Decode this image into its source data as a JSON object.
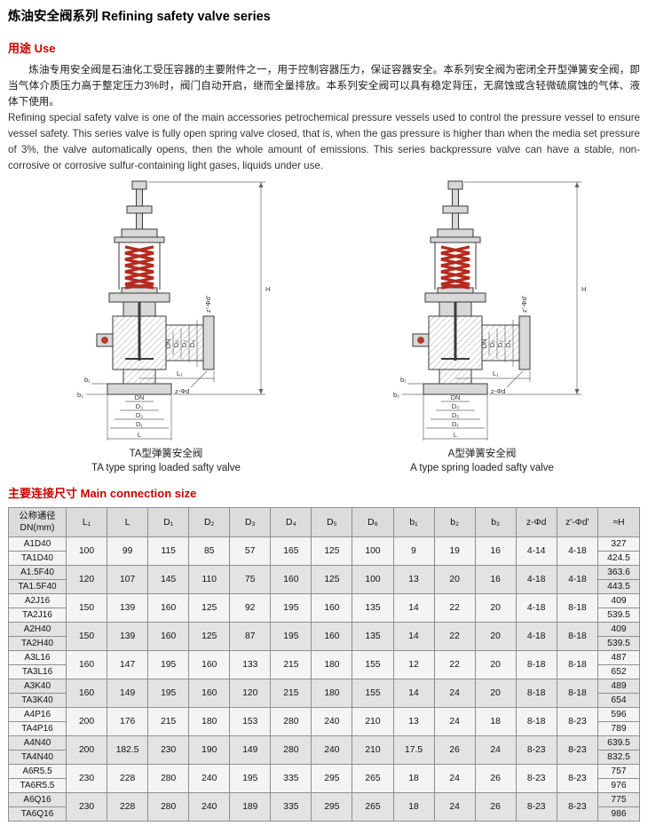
{
  "page": {
    "title": "炼油安全阀系列 Refining safety valve series"
  },
  "sections": {
    "use": {
      "heading": "用途 Use",
      "paragraph_cn": "炼油专用安全阀是石油化工受压容器的主要附件之一，用于控制容器压力，保证容器安全。本系列安全阀为密闭全开型弹簧安全阀，即当气体介质压力高于整定压力3%时，阀门自动开启，继而全量排放。本系列安全阀可以具有稳定背压，无腐蚀或含轻微硫腐蚀的气体、液体下使用。",
      "paragraph_en": "Refining special safety valve is one of the main accessories petrochemical pressure vessels used to control the pressure vessel to ensure vessel safety. This series valve is fully open spring valve closed, that is, when the gas pressure is higher than when the media set pressure of 3%, the valve automatically opens, then the whole amount of emissions. This series backpressure valve can have a stable, non-corrosive or corrosive sulfur-containing light gases, liquids under use."
    },
    "size": {
      "heading": "主要连接尺寸 Main connection size"
    }
  },
  "diagram": {
    "spring_color": "#b42b1e",
    "labels": {
      "h": "H",
      "l1": "L₁",
      "l": "L",
      "dn_bottom": "DN",
      "d1": "D₁",
      "d2": "D₂",
      "d3": "D₃",
      "dn_outlet": "DN",
      "d4": "D₄",
      "d5": "D₅",
      "d6": "D₆",
      "b1": "b₁",
      "b2": "b₂",
      "zphid": "z-Φd",
      "zphid2": "z'-Φd'"
    },
    "captions": {
      "ta_cn": "TA型弹簧安全阀",
      "ta_en": "TA type spring loaded safty valve",
      "a_cn": "A型弹簧安全阀",
      "a_en": "A type spring loaded safty valve"
    }
  },
  "table": {
    "headers": [
      "公称通径\nDN(mm)",
      "L₁",
      "L",
      "D₁",
      "D₂",
      "D₃",
      "D₄",
      "D₅",
      "D₆",
      "b₁",
      "b₂",
      "b₃",
      "z-Φd",
      "z'-Φd'",
      "≈H"
    ],
    "groups": [
      {
        "models": [
          "A1D40",
          "TA1D40"
        ],
        "values": [
          "100",
          "99",
          "115",
          "85",
          "57",
          "165",
          "125",
          "100",
          "9",
          "19",
          "16",
          "4-14",
          "4-18"
        ],
        "h": [
          "327",
          "424.5"
        ]
      },
      {
        "models": [
          "A1.5F40",
          "TA1.5F40"
        ],
        "values": [
          "120",
          "107",
          "145",
          "110",
          "75",
          "160",
          "125",
          "100",
          "13",
          "20",
          "16",
          "4-18",
          "4-18"
        ],
        "h": [
          "363.6",
          "443.5"
        ]
      },
      {
        "models": [
          "A2J16",
          "TA2J16"
        ],
        "values": [
          "150",
          "139",
          "160",
          "125",
          "92",
          "195",
          "160",
          "135",
          "14",
          "22",
          "20",
          "4-18",
          "8-18"
        ],
        "h": [
          "409",
          "539.5"
        ]
      },
      {
        "models": [
          "A2H40",
          "TA2H40"
        ],
        "values": [
          "150",
          "139",
          "160",
          "125",
          "87",
          "195",
          "160",
          "135",
          "14",
          "22",
          "20",
          "4-18",
          "8-18"
        ],
        "h": [
          "409",
          "539.5"
        ]
      },
      {
        "models": [
          "A3L16",
          "TA3L16"
        ],
        "values": [
          "160",
          "147",
          "195",
          "160",
          "133",
          "215",
          "180",
          "155",
          "12",
          "22",
          "20",
          "8-18",
          "8-18"
        ],
        "h": [
          "487",
          "652"
        ]
      },
      {
        "models": [
          "A3K40",
          "TA3K40"
        ],
        "values": [
          "160",
          "149",
          "195",
          "160",
          "120",
          "215",
          "180",
          "155",
          "14",
          "24",
          "20",
          "8-18",
          "8-18"
        ],
        "h": [
          "489",
          "654"
        ]
      },
      {
        "models": [
          "A4P16",
          "TA4P16"
        ],
        "values": [
          "200",
          "176",
          "215",
          "180",
          "153",
          "280",
          "240",
          "210",
          "13",
          "24",
          "18",
          "8-18",
          "8-23"
        ],
        "h": [
          "596",
          "789"
        ]
      },
      {
        "models": [
          "A4N40",
          "TA4N40"
        ],
        "values": [
          "200",
          "182.5",
          "230",
          "190",
          "149",
          "280",
          "240",
          "210",
          "17.5",
          "26",
          "24",
          "8-23",
          "8-23"
        ],
        "h": [
          "639.5",
          "832.5"
        ]
      },
      {
        "models": [
          "A6R5.5",
          "TA6R5.5"
        ],
        "values": [
          "230",
          "228",
          "280",
          "240",
          "195",
          "335",
          "295",
          "265",
          "18",
          "24",
          "26",
          "8-23",
          "8-23"
        ],
        "h": [
          "757",
          "976"
        ]
      },
      {
        "models": [
          "A6Q16",
          "TA6Q16"
        ],
        "values": [
          "230",
          "228",
          "280",
          "240",
          "189",
          "335",
          "295",
          "265",
          "18",
          "24",
          "26",
          "8-23",
          "8-23"
        ],
        "h": [
          "775",
          "986"
        ]
      }
    ]
  }
}
